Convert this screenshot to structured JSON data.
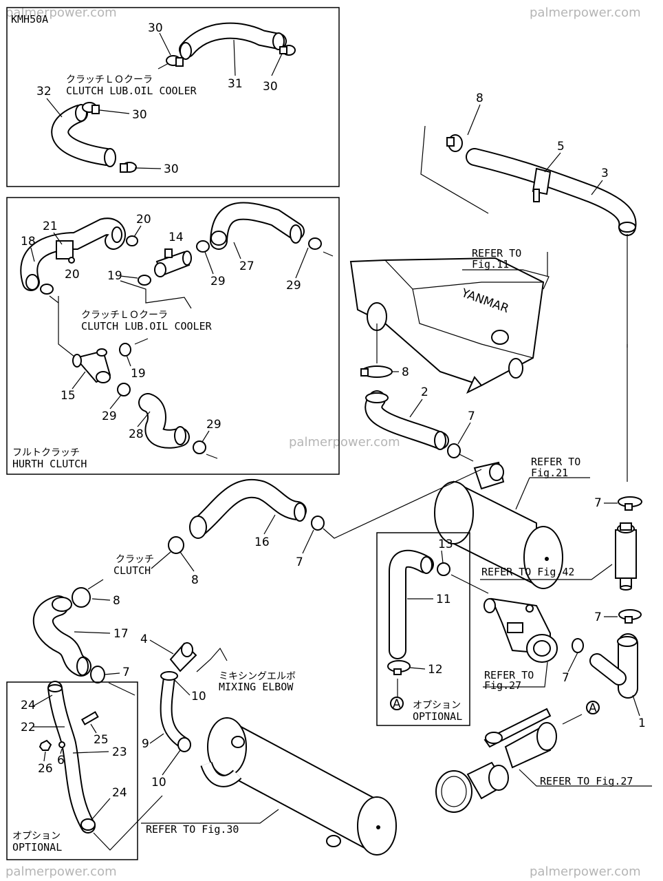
{
  "watermark": "palmerpower.com",
  "panels": {
    "kmh50a": {
      "title": "KMH50A",
      "note_jp": "クラッチＬＯクーラ",
      "note_en": "CLUTCH LUB.OIL COOLER"
    },
    "hurth": {
      "note_jp": "クラッチＬＯクーラ",
      "note_en": "CLUTCH LUB.OIL COOLER",
      "footer_jp": "フルトクラッチ",
      "footer_en": "HURTH CLUTCH"
    },
    "optional_a": {
      "footer_jp": "オプション",
      "footer_en": "OPTIONAL",
      "marker": "A"
    },
    "optional_b": {
      "footer_jp": "オプション",
      "footer_en": "OPTIONAL"
    }
  },
  "references": {
    "fig11_a": "REFER TO",
    "fig11_b": "Fig.11",
    "fig21_a": "REFER TO",
    "fig21_b": "Fig.21",
    "fig42": "REFER TO Fig.42",
    "fig27a_a": "REFER TO",
    "fig27a_b": "Fig.27",
    "fig27b": "REFER TO Fig.27",
    "fig30": "REFER TO Fig.30"
  },
  "labels": {
    "clutch_jp": "クラッチ",
    "clutch_en": "CLUTCH",
    "mixing_jp": "ミキシングエルボ",
    "mixing_en": "MIXING ELBOW",
    "engine_brand": "YANMAR",
    "marker_a": "A"
  },
  "callouts": {
    "c30a": "30",
    "c31": "31",
    "c30b": "30",
    "c32": "32",
    "c30c": "30",
    "c30d": "30",
    "c8top": "8",
    "c5": "5",
    "c3": "3",
    "c21": "21",
    "c20a": "20",
    "c14": "14",
    "c18": "18",
    "c20b": "20",
    "c19a": "19",
    "c27": "27",
    "c29a": "29",
    "c29b": "29",
    "c19b": "19",
    "c15": "15",
    "c29c": "29",
    "c28": "28",
    "c29d": "29",
    "c8mid": "8",
    "c2": "2",
    "c7a": "7",
    "c16": "16",
    "c7b": "7",
    "c8b": "8",
    "c8c": "8",
    "c17": "17",
    "c7c": "7",
    "c4": "4",
    "c10a": "10",
    "c9": "9",
    "c10b": "10",
    "c13": "13",
    "c11": "11",
    "c12": "12",
    "c7d": "7",
    "c7e": "7",
    "c7f": "7",
    "c1": "1",
    "c24a": "24",
    "c22": "22",
    "c25": "25",
    "c26": "26",
    "c6": "6",
    "c23": "23",
    "c24b": "24"
  }
}
